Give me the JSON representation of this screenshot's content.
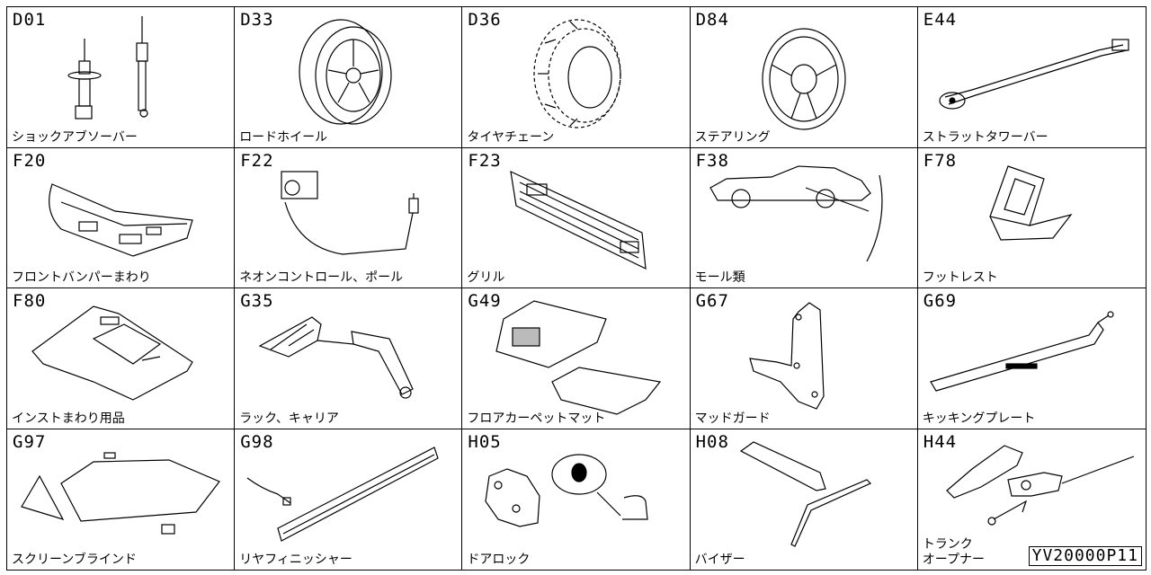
{
  "parts": [
    {
      "code": "D01",
      "label": "ショックアブソーバー"
    },
    {
      "code": "D33",
      "label": "ロードホイール"
    },
    {
      "code": "D36",
      "label": "タイヤチェーン"
    },
    {
      "code": "D84",
      "label": "ステアリング"
    },
    {
      "code": "E44",
      "label": "ストラットタワーバー"
    },
    {
      "code": "F20",
      "label": "フロントバンパーまわり"
    },
    {
      "code": "F22",
      "label": "ネオンコントロール、ポール"
    },
    {
      "code": "F23",
      "label": "グリル"
    },
    {
      "code": "F38",
      "label": "モール類"
    },
    {
      "code": "F78",
      "label": "フットレスト"
    },
    {
      "code": "F80",
      "label": "インストまわり用品"
    },
    {
      "code": "G35",
      "label": "ラック、キャリア"
    },
    {
      "code": "G49",
      "label": "フロアカーペットマット"
    },
    {
      "code": "G67",
      "label": "マッドガード"
    },
    {
      "code": "G69",
      "label": "キッキングプレート"
    },
    {
      "code": "G97",
      "label": "スクリーンブラインド"
    },
    {
      "code": "G98",
      "label": "リヤフィニッシャー"
    },
    {
      "code": "H05",
      "label": "ドアロック"
    },
    {
      "code": "H08",
      "label": "バイザー"
    },
    {
      "code": "H44",
      "label": "トランク\nオープナー"
    }
  ],
  "reference_code": "YV20000P11"
}
